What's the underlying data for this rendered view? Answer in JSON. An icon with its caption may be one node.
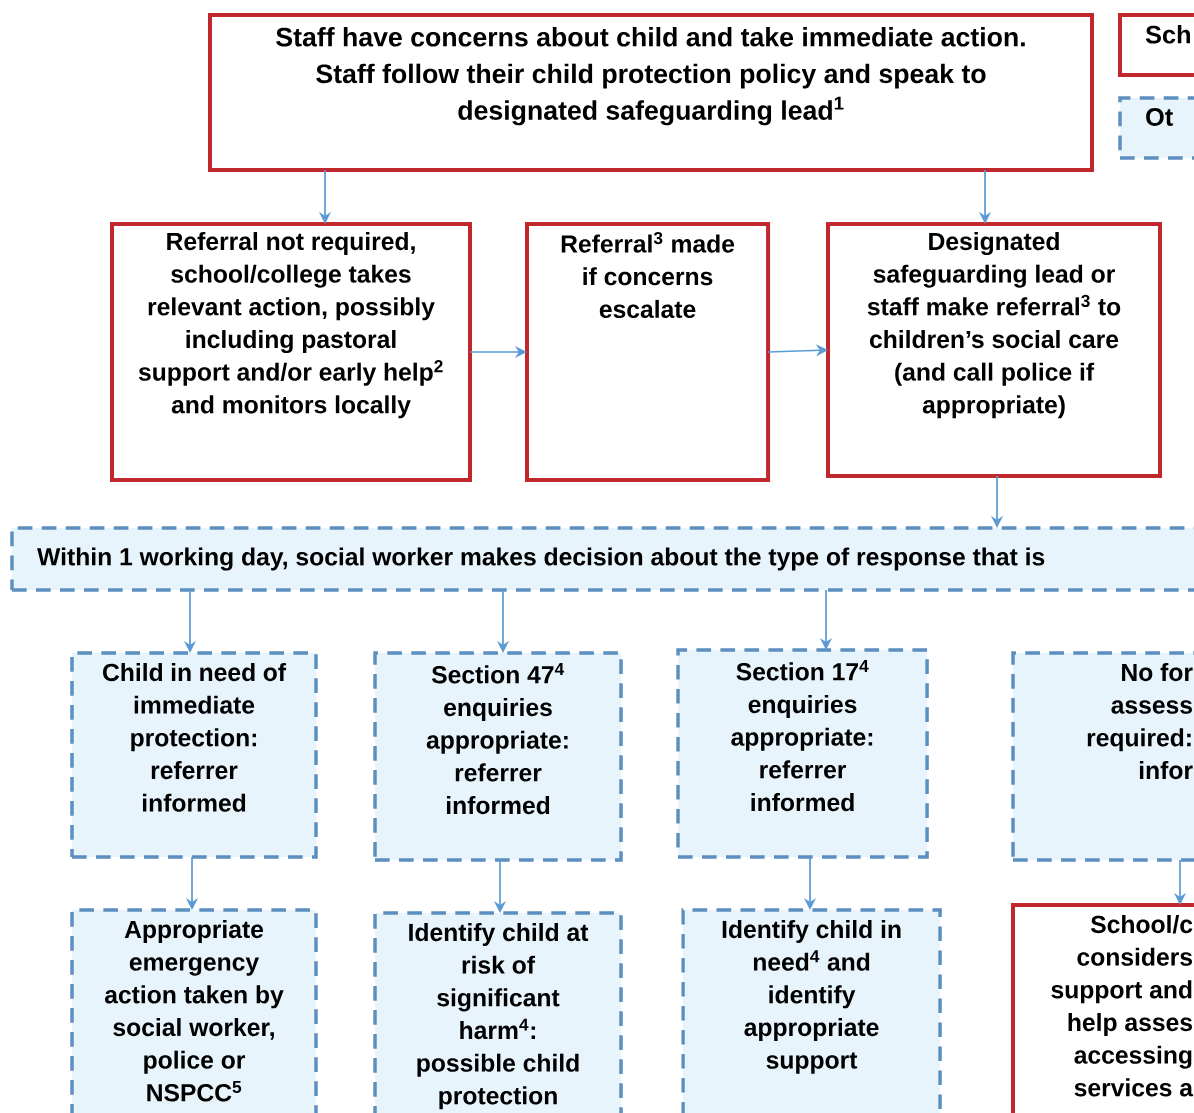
{
  "diagram": {
    "nodes": [
      {
        "text": [
          "Staff have concerns about child and take immediate action. Staff follow their child protection policy and speak to designated safeguarding lead$^{1}$"
        ]
      },
      {
        "text": [
          "Sch"
        ]
      },
      {
        "text": [
          "Ot"
        ]
      },
      {
        "text": [
          "Referral not required, school/college takes relevant action, possibly including pastoral support and/or early help$^{2}$ and monitors locally"
        ]
      },
      {
        "text": [
          "Referral$^{3}$ made if concerns escalate"
        ]
      },
      {
        "text": [
          "Designated safeguarding lead or staff make referral$^{3}$ to children’s social care (and call police if appropriate)"
        ]
      },
      {
        "text": [
          "Within 1 working day, social worker makes decision about the type of response that is"
        ]
      },
      {
        "text": [
          "Child in need of immediate protection: referrer informed"
        ]
      },
      {
        "text": [
          "Section 47$^{4}$ enquiries appropriate: referrer informed"
        ]
      },
      {
        "text": [
          "Section 17$^{4}$ enquiries appropriate: referrer informed"
        ]
      },
      {
        "text": [
          "No for assess required: infor"
        ]
      },
      {
        "text": [
          "Appropriate emergency action taken by social worker, police or NSPCC$^{5}$"
        ]
      },
      {
        "text": [
          "Identify child at risk of significant harm$^{4}$: possible child protection"
        ]
      },
      {
        "text": [
          "Identify child in need$^{4}$ and identify appropriate support"
        ]
      },
      {
        "text": [
          "School/c considers support and help asses accessing services a"
        ]
      }
    ],
    "edges": [
      {
        "from": 0,
        "to": 3,
        "arrow": "to"
      },
      {
        "from": 0,
        "to": 5,
        "arrow": "to"
      },
      {
        "from": 3,
        "to": 4,
        "arrow": "to"
      },
      {
        "from": 4,
        "to": 5,
        "arrow": "to"
      },
      {
        "from": 5,
        "to": 6,
        "arrow": "to"
      },
      {
        "from": 6,
        "to": 7,
        "arrow": "to"
      },
      {
        "from": 6,
        "to": 8,
        "arrow": "to"
      },
      {
        "from": 6,
        "to": 9,
        "arrow": "to"
      },
      {
        "from": 7,
        "to": 11,
        "arrow": "to"
      },
      {
        "from": 8,
        "to": 12,
        "arrow": "to"
      },
      {
        "from": 9,
        "to": 13,
        "arrow": "to"
      },
      {
        "from": 10,
        "to": 14,
        "arrow": "to"
      }
    ]
  }
}
